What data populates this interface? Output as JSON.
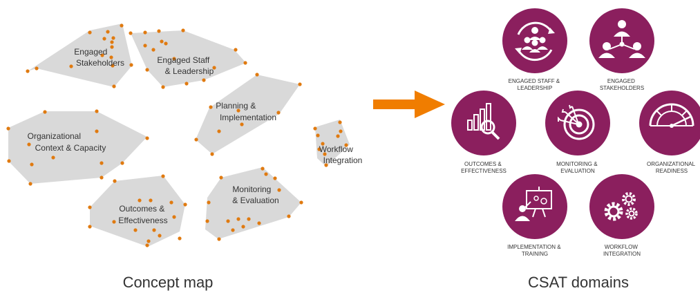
{
  "colors": {
    "cluster_fill": "#d9d9d9",
    "dot": "#e07a10",
    "arrow": "#f07d00",
    "domain_circle": "#8b1f5e",
    "icon": "#ffffff"
  },
  "concept_map": {
    "caption": "Concept map",
    "clusters": [
      {
        "id": "engaged-stakeholders",
        "lines": [
          "Engaged",
          "Stakeholders"
        ]
      },
      {
        "id": "engaged-staff-leadership",
        "lines": [
          "Engaged Staff",
          "& Leadership"
        ]
      },
      {
        "id": "planning-implementation",
        "lines": [
          "Planning &",
          "Implementation"
        ]
      },
      {
        "id": "organizational-context",
        "lines": [
          "Organizational",
          "Context & Capacity"
        ]
      },
      {
        "id": "workflow-integration",
        "lines": [
          "Workflow",
          "Integration"
        ]
      },
      {
        "id": "monitoring-evaluation",
        "lines": [
          "Monitoring",
          "& Evaluation"
        ]
      },
      {
        "id": "outcomes-effectiveness",
        "lines": [
          "Outcomes &",
          "Effectiveness"
        ]
      }
    ]
  },
  "csat": {
    "caption": "CSAT domains",
    "domains": [
      {
        "id": "engaged-staff-leadership",
        "icon": "team-cycle-icon",
        "lines": [
          "ENGAGED STAFF &",
          "LEADERSHIP"
        ]
      },
      {
        "id": "engaged-stakeholders",
        "icon": "network-people-icon",
        "lines": [
          "ENGAGED",
          "STAKEHOLDERS"
        ]
      },
      {
        "id": "outcomes-effectiveness",
        "icon": "bar-chart-magnifier-icon",
        "lines": [
          "OUTCOMES &",
          "EFFECTIVENESS"
        ]
      },
      {
        "id": "monitoring-evaluation",
        "icon": "target-arrows-icon",
        "lines": [
          "MONITORING &",
          "EVALUATION"
        ]
      },
      {
        "id": "organizational-readiness",
        "icon": "gauge-icon",
        "lines": [
          "ORGANIZATIONAL",
          "READINESS"
        ]
      },
      {
        "id": "implementation-training",
        "icon": "presentation-icon",
        "lines": [
          "IMPLEMENTATION &",
          "TRAINING"
        ]
      },
      {
        "id": "workflow-integration",
        "icon": "gears-icon",
        "lines": [
          "WORKFLOW",
          "INTEGRATION"
        ]
      }
    ]
  }
}
